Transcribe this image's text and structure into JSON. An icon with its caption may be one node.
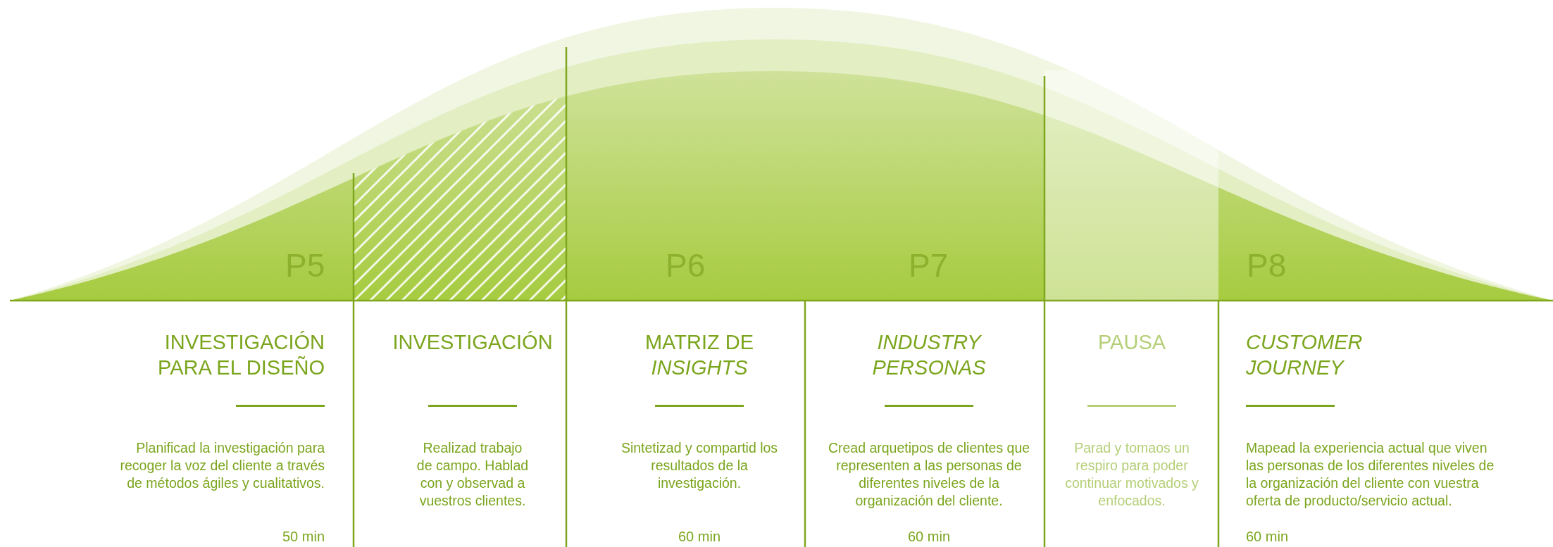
{
  "diagram": {
    "nodes": [
      {
        "text": [
          "INVESTIGACIÓN PARA EL DISEÑO",
          "Planificad la investigación para recoger la voz del cliente a través de métodos ágiles y cualitativos.",
          "50 min"
        ]
      },
      {
        "text": [
          "INVESTIGACIÓN",
          "Realizad trabajo de campo. Hablad con y observad a vuestros clientes."
        ]
      },
      {
        "text": [
          "MATRIZ DE *INSIGHTS*",
          "Sintetizad y compartid los resultados de la investigación.",
          "60 min"
        ]
      },
      {
        "text": [
          "INDUSTRY PERSONAS",
          "Cread arquetipos de clientes que representen a las personas de diferentes niveles de la organización del cliente.",
          "60 min"
        ]
      },
      {
        "text": [
          "PAUSA",
          "Parad y tomaos un respiro para poder continuar motivados y enfocados."
        ]
      },
      {
        "text": [
          "CUSTOMER JOURNEY",
          "Mapead la experiencia actual que viven las personas de los diferentes niveles de la organización del cliente con vuestra oferta de producto/servicio actual.",
          "60 min"
        ]
      }
    ],
    "labels": [
      "P5",
      "P6",
      "P7",
      "P8"
    ]
  }
}
